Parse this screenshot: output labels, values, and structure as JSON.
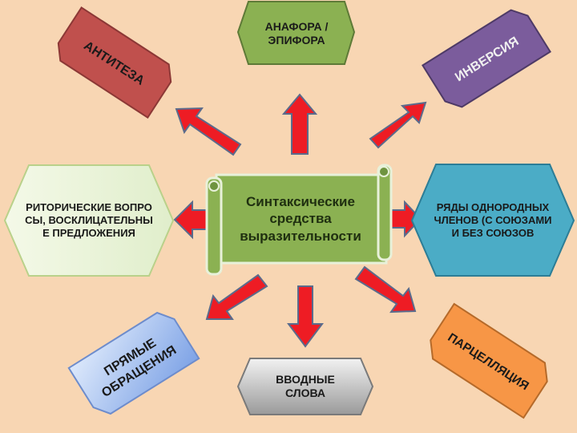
{
  "center": {
    "title": "Синтаксические средства выразительности"
  },
  "nodes": {
    "anaphora": {
      "label": "АНАФОРА /ЭПИФОРА",
      "color": "#8bb152"
    },
    "antithesis": {
      "label": "АНТИТЕЗА",
      "color": "#c0504d"
    },
    "inversion": {
      "label": "ИНВЕРСИЯ",
      "color": "#7b5c9c"
    },
    "rhetorical": {
      "label": "РИТОРИЧЕСКИЕ ВОПРОСЫ, ВОСКЛИЦАТЕЛЬНЫЕ ПРЕДЛОЖЕНИЯ",
      "color": "#ebf3d8"
    },
    "homogeneous": {
      "label": "РЯДЫ ОДНОРОДНЫХ ЧЛЕНОВ (С СОЮЗАМИ И БЕЗ СОЮЗОВ",
      "color": "#4bacc6"
    },
    "address": {
      "label": "ПРЯМЫЕ ОБРАЩЕНИЯ",
      "color": "#a6c1ee"
    },
    "intro_words": {
      "label": "ВВОДНЫЕ СЛОВА",
      "color": "#c8c8c8"
    },
    "parcellation": {
      "label": "ПАРЦЕЛЛЯЦИЯ",
      "color": "#f79646"
    }
  },
  "arrow_color": "#ee1c24"
}
